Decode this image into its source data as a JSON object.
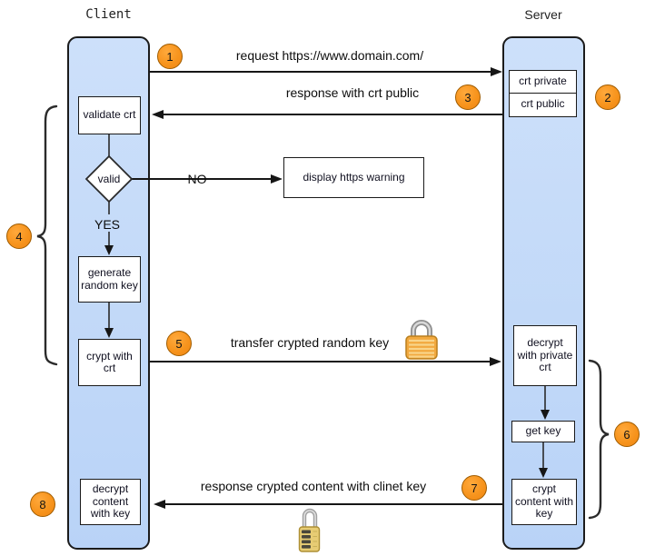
{
  "titles": {
    "client": "Client",
    "server": "Server"
  },
  "steps": [
    "1",
    "2",
    "3",
    "4",
    "5",
    "6",
    "7",
    "8"
  ],
  "messages": {
    "request": "request https://www.domain.com/",
    "response_public": "response with crt public",
    "transfer_key": "transfer crypted random key",
    "response_content": "response crypted content with clinet key"
  },
  "client_nodes": {
    "validate": "validate crt",
    "valid": "valid",
    "no": "NO",
    "yes": "YES",
    "warning": "display https warning",
    "generate": "generate random key",
    "crypt": "crypt with crt",
    "decrypt_content": "decrypt content with key"
  },
  "server_nodes": {
    "crt_private": "crt private",
    "crt_public": "crt public",
    "decrypt_private": "decrypt with private crt",
    "get_key": "get key",
    "crypt_content": "crypt content with key"
  },
  "icons": {
    "transfer_lock": "padlock-closed",
    "response_lock": "combination-padlock"
  },
  "colors": {
    "lane_fill": "#c3d9f8",
    "lane_border": "#1b1b1b",
    "step_fill": "#f7941d",
    "step_border": "#a05c00",
    "box_fill": "#ffffff",
    "box_border": "#1a1a1a",
    "arrow": "#161616",
    "lock_gold": "#f2a93f"
  }
}
